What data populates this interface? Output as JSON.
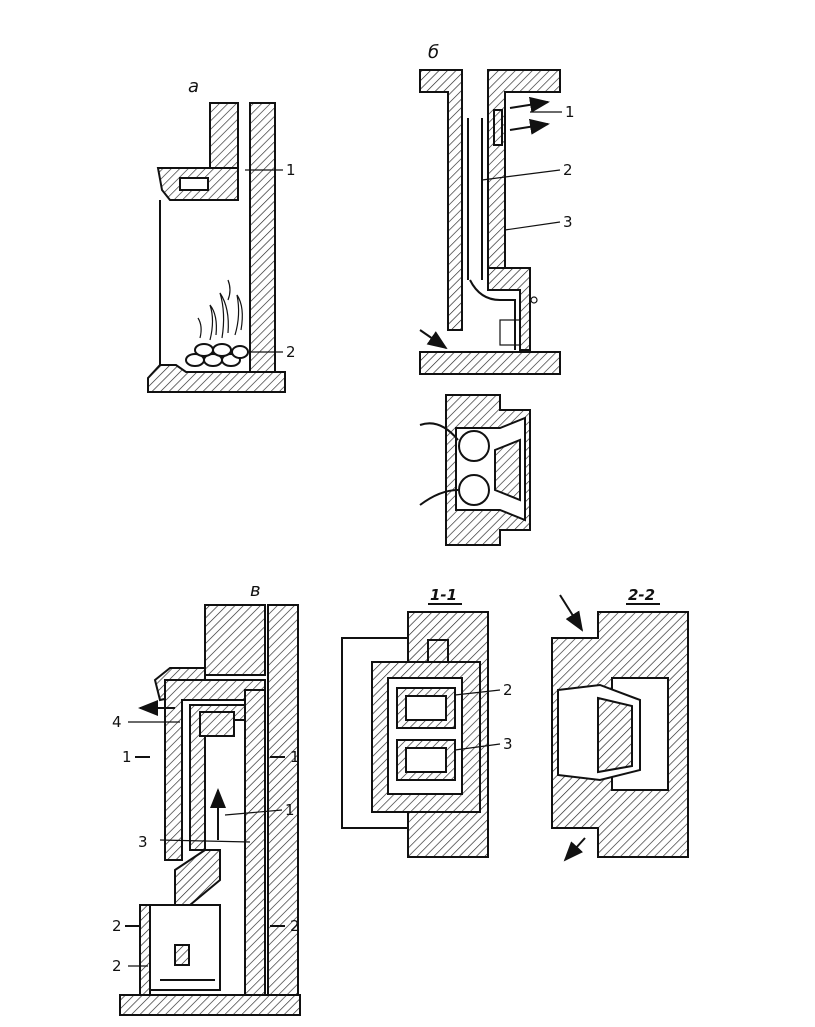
{
  "panels": {
    "a": {
      "label": "а",
      "callouts": [
        "1",
        "2"
      ]
    },
    "b": {
      "label": "б",
      "callouts": [
        "1",
        "2",
        "3"
      ]
    },
    "v": {
      "label": "в",
      "callouts": [
        "1",
        "2",
        "3",
        "4",
        "2"
      ],
      "section_marks": [
        "1",
        "1",
        "2",
        "2"
      ]
    },
    "section_1_1": {
      "label": "1-1",
      "callouts": [
        "2",
        "3"
      ]
    },
    "section_2_2": {
      "label": "2-2"
    }
  }
}
